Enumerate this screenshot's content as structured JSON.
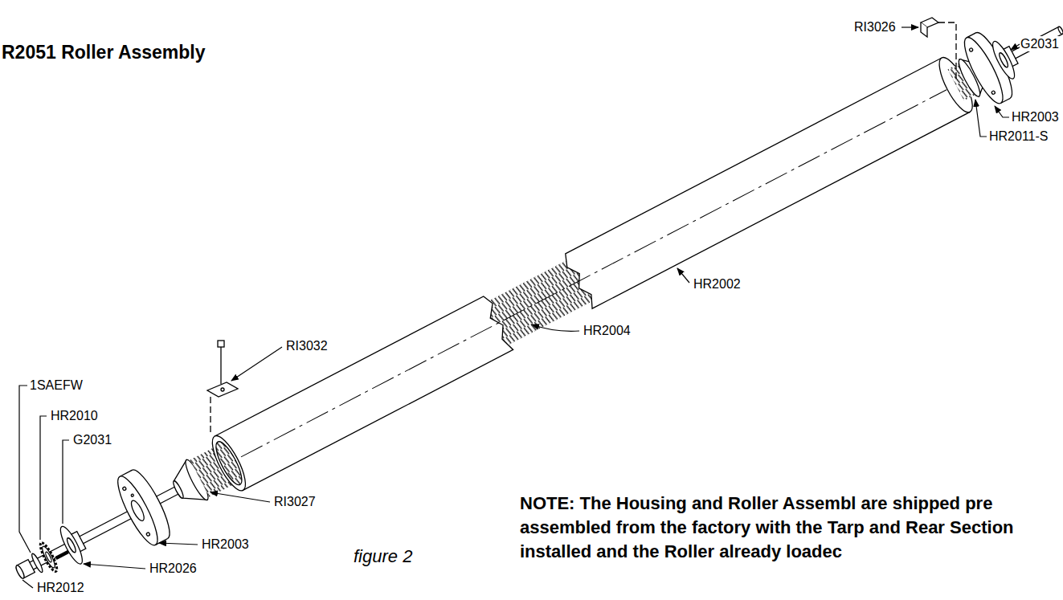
{
  "diagram": {
    "title": "R2051 Roller Assembly",
    "caption": "figure 2",
    "labels": [
      "RI3026",
      "G2031",
      "HR2003",
      "HR2011-S",
      "HR2002",
      "HR2004",
      "RI3032",
      "1SAEFW",
      "HR2010",
      "G2031",
      "RI3027",
      "HR2003",
      "HR2026",
      "HR2012",
      "NOTE: The Housing and Roller Assembl are shipped pre assembled from the factory with the Tarp and Rear Section installed and the Roller already loadec"
    ]
  }
}
